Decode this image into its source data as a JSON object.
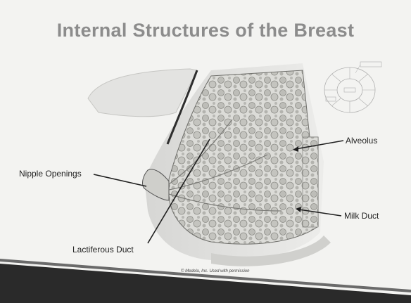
{
  "slide": {
    "title": "Internal Structures of the Breast",
    "labels": {
      "alveolus": "Alveolus",
      "nipple_openings": "Nipple Openings",
      "milk_duct": "Milk Duct",
      "lactiferous_duct": "Lactiferous Duct"
    },
    "credit": "© Medela, Inc. Used with permission"
  },
  "colors": {
    "slide_bg": "#f3f3f1",
    "title": "#8c8c8c",
    "text": "#1f1f1f",
    "tissue": "#d9d9d6",
    "skin_dark": "#222222"
  }
}
